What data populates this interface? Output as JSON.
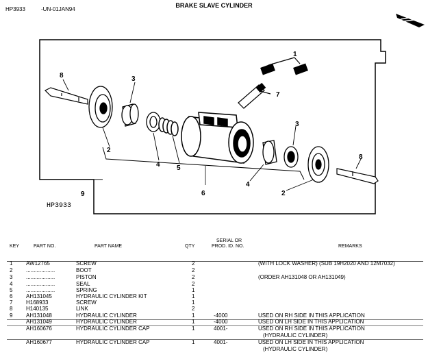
{
  "header": {
    "ref": "HP3933",
    "date": "-UN-01JAN94",
    "title": "BRAKE SLAVE CYLINDER"
  },
  "diagram": {
    "label": "HP3933",
    "callouts": [
      "1",
      "8",
      "3",
      "7",
      "2",
      "4",
      "5",
      "3",
      "4",
      "8",
      "2",
      "6",
      "9"
    ]
  },
  "columns": {
    "key": "KEY",
    "part_no": "PART NO.",
    "part_name": "PART NAME",
    "qty": "QTY",
    "serial_line1": "SERIAL OR",
    "serial_line2": "PROD. ID. NO.",
    "remarks": "REMARKS"
  },
  "rows": [
    {
      "key": "1",
      "part_no": "AW12765",
      "name": "SCREW",
      "qty": "2",
      "serial": "",
      "remarks": "(WITH LOCK WASHER) (SUB 19H2020 AND 12M7032)",
      "remarks2": ""
    },
    {
      "key": "2",
      "part_no": "...................",
      "name": "BOOT",
      "qty": "2",
      "serial": "",
      "remarks": "",
      "remarks2": ""
    },
    {
      "key": "3",
      "part_no": "...................",
      "name": "PISTON",
      "qty": "2",
      "serial": "",
      "remarks": "(ORDER AH131048 OR AH131049)",
      "remarks2": ""
    },
    {
      "key": "4",
      "part_no": "...................",
      "name": "SEAL",
      "qty": "2",
      "serial": "",
      "remarks": "",
      "remarks2": ""
    },
    {
      "key": "5",
      "part_no": "...................",
      "name": "SPRING",
      "qty": "1",
      "serial": "",
      "remarks": "",
      "remarks2": ""
    },
    {
      "key": "6",
      "part_no": "AH131045",
      "name": "HYDRAULIC CYLINDER KIT",
      "qty": "1",
      "serial": "",
      "remarks": "",
      "remarks2": ""
    },
    {
      "key": "7",
      "part_no": "H168933",
      "name": "SCREW",
      "qty": "1",
      "serial": "",
      "remarks": "",
      "remarks2": ""
    },
    {
      "key": "8",
      "part_no": "H140135",
      "name": "LINK",
      "qty": "2",
      "serial": "",
      "remarks": "",
      "remarks2": ""
    },
    {
      "key": "9",
      "part_no": "AH131048",
      "name": "HYDRAULIC CYLINDER",
      "qty": "1",
      "serial": "-4000",
      "remarks": "USED ON RH SIDE IN THIS APPLICATION",
      "remarks2": ""
    },
    {
      "key": "",
      "part_no": "AH131049",
      "name": "HYDRAULIC CYLINDER",
      "qty": "1",
      "serial": "-4000",
      "remarks": "USED ON LH SIDE IN THIS APPLICATION",
      "remarks2": ""
    },
    {
      "key": "",
      "part_no": "AH160676",
      "name": "HYDRAULIC CYLINDER CAP",
      "qty": "1",
      "serial": "4001-",
      "remarks": "USED ON RH SIDE IN THIS APPLICATION",
      "remarks2": "(HYDRAULIC CYLINDER)"
    },
    {
      "key": "",
      "part_no": "AH160677",
      "name": "HYDRAULIC CYLINDER CAP",
      "qty": "1",
      "serial": "4001-",
      "remarks": "USED ON LH SIDE IN THIS APPLICATION",
      "remarks2": "(HYDRAULIC CYLINDER)"
    }
  ]
}
